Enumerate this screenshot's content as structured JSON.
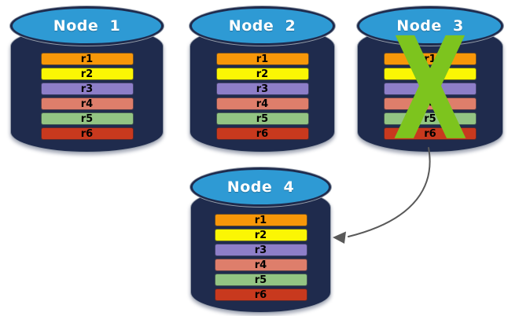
{
  "nodes": [
    {
      "title": "Node  1",
      "rows": [
        {
          "label": "r1",
          "color": "#F79709"
        },
        {
          "label": "r2",
          "color": "#FBF604"
        },
        {
          "label": "r3",
          "color": "#8D7EC8"
        },
        {
          "label": "r4",
          "color": "#DE7E6B"
        },
        {
          "label": "r5",
          "color": "#93C483"
        },
        {
          "label": "r6",
          "color": "#C8391E"
        }
      ]
    },
    {
      "title": "Node  2",
      "rows": [
        {
          "label": "r1",
          "color": "#F79709"
        },
        {
          "label": "r2",
          "color": "#FBF604"
        },
        {
          "label": "r3",
          "color": "#8D7EC8"
        },
        {
          "label": "r4",
          "color": "#DE7E6B"
        },
        {
          "label": "r5",
          "color": "#93C483"
        },
        {
          "label": "r6",
          "color": "#C8391E"
        }
      ]
    },
    {
      "title": "Node  3",
      "rows": [
        {
          "label": "r1",
          "color": "#F79709"
        },
        {
          "label": "r2",
          "color": "#FBF604"
        },
        {
          "label": "r3",
          "color": "#8D7EC8"
        },
        {
          "label": "r4",
          "color": "#DE7E6B"
        },
        {
          "label": "r5",
          "color": "#93C483"
        },
        {
          "label": "r6",
          "color": "#C8391E"
        }
      ]
    },
    {
      "title": "Node  4",
      "rows": [
        {
          "label": "r1",
          "color": "#F79709"
        },
        {
          "label": "r2",
          "color": "#FBF604"
        },
        {
          "label": "r3",
          "color": "#8D7EC8"
        },
        {
          "label": "r4",
          "color": "#DE7E6B"
        },
        {
          "label": "r5",
          "color": "#93C483"
        },
        {
          "label": "r6",
          "color": "#C8391E"
        }
      ]
    }
  ],
  "failure_mark": {
    "glyph": "X",
    "color": "#7DC41E",
    "on_node": "Node  3"
  },
  "arrow": {
    "from": "Node  3",
    "to": "Node  4",
    "color": "#595959"
  },
  "colors": {
    "background": "#FFFFFF",
    "cylinder_body": "#1F2B4D",
    "cylinder_top": "#2E9AD4",
    "cylinder_outline": "#98A0AC"
  }
}
